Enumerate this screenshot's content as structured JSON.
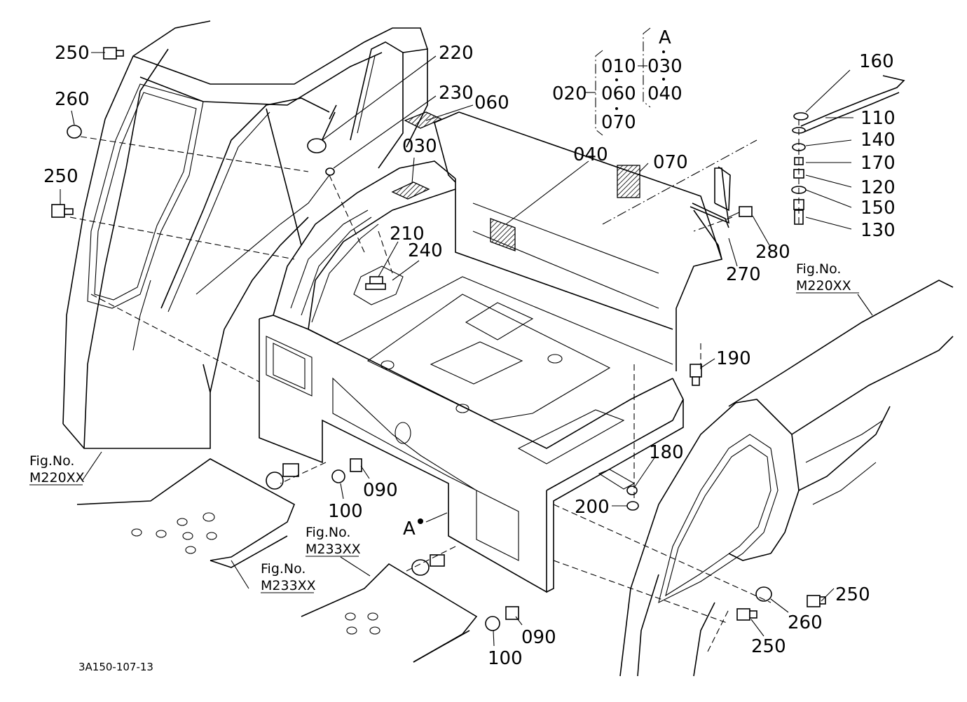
{
  "diagram": {
    "callouts": {
      "c250_tl": "250",
      "c260_l": "260",
      "c250_l": "250",
      "c220": "220",
      "c230": "230",
      "c060": "060",
      "c030": "030",
      "c040": "040",
      "c070": "070",
      "c010": "010",
      "c020": "020",
      "c060b": "060",
      "c070b": "070",
      "cA_top": "A",
      "c030b": "030",
      "c040b": "040",
      "c160": "160",
      "c110": "110",
      "c140": "140",
      "c170": "170",
      "c120": "120",
      "c150": "150",
      "c130": "130",
      "c280": "280",
      "c270": "270",
      "c210": "210",
      "c240": "240",
      "c190": "190",
      "c180": "180",
      "c200": "200",
      "c090a": "090",
      "c100a": "100",
      "c090b": "090",
      "c100b": "100",
      "c250_br1": "250",
      "c260_br": "260",
      "c250_br2": "250",
      "cA_mid": "A"
    },
    "fig_refs": {
      "left_fig": "Fig.No.",
      "left_num": "M220XX",
      "right_fig": "Fig.No.",
      "right_num": "M220XX",
      "mid_fig": "Fig.No.",
      "mid_num": "M233XX",
      "low_fig": "Fig.No.",
      "low_num": "M233XX"
    },
    "doc_code": "3A150-107-13"
  }
}
